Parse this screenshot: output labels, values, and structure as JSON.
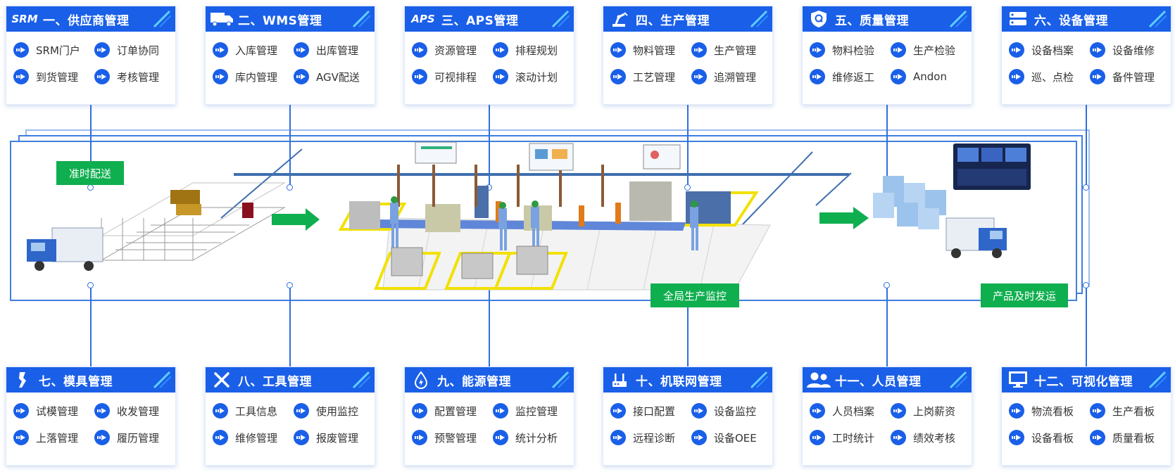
{
  "modules": [
    {
      "id": "srm",
      "title": "一、供应商管理",
      "badge": "SRM",
      "icon": "srm-logo-icon",
      "items": [
        "SRM门户",
        "订单协同",
        "到货管理",
        "考核管理"
      ]
    },
    {
      "id": "wms",
      "title": "二、WMS管理",
      "icon": "truck-icon",
      "items": [
        "入库管理",
        "出库管理",
        "库内管理",
        "AGV配送"
      ]
    },
    {
      "id": "aps",
      "title": "三、APS管理",
      "badge": "APS",
      "icon": "aps-logo-icon",
      "items": [
        "资源管理",
        "排程规划",
        "可视排程",
        "滚动计划"
      ]
    },
    {
      "id": "production",
      "title": "四、生产管理",
      "icon": "robot-arm-icon",
      "items": [
        "物料管理",
        "生产管理",
        "工艺管理",
        "追溯管理"
      ]
    },
    {
      "id": "quality",
      "title": "五、质量管理",
      "icon": "shield-q-icon",
      "items": [
        "物料检验",
        "生产检验",
        "维修返工",
        "Andon"
      ]
    },
    {
      "id": "equipment",
      "title": "六、设备管理",
      "icon": "server-icon",
      "items": [
        "设备档案",
        "设备维修",
        "巡、点检",
        "备件管理"
      ]
    },
    {
      "id": "mold",
      "title": "七、模具管理",
      "icon": "mold-icon",
      "items": [
        "试模管理",
        "收发管理",
        "上落管理",
        "履历管理"
      ]
    },
    {
      "id": "tool",
      "title": "八、工具管理",
      "icon": "tools-icon",
      "items": [
        "工具信息",
        "使用监控",
        "维修管理",
        "报废管理"
      ]
    },
    {
      "id": "energy",
      "title": "九、能源管理",
      "icon": "energy-drop-icon",
      "items": [
        "配置管理",
        "监控管理",
        "预警管理",
        "统计分析"
      ]
    },
    {
      "id": "iot",
      "title": "十、机联网管理",
      "icon": "router-icon",
      "items": [
        "接口配置",
        "设备监控",
        "远程诊断",
        "设备OEE"
      ]
    },
    {
      "id": "personnel",
      "title": "十一、人员管理",
      "icon": "people-icon",
      "items": [
        "人员档案",
        "上岗薪资",
        "工时统计",
        "绩效考核"
      ]
    },
    {
      "id": "visual",
      "title": "十二、可视化管理",
      "icon": "monitor-icon",
      "items": [
        "物流看板",
        "生产看板",
        "设备看板",
        "质量看板"
      ]
    }
  ],
  "labels": {
    "delivery": "准时配送",
    "monitor": "全局生产监控",
    "shipping": "产品及时发运"
  },
  "colors": {
    "primary": "#1a5fe8",
    "green": "#0fae4e",
    "line": "#3f7fe0"
  }
}
